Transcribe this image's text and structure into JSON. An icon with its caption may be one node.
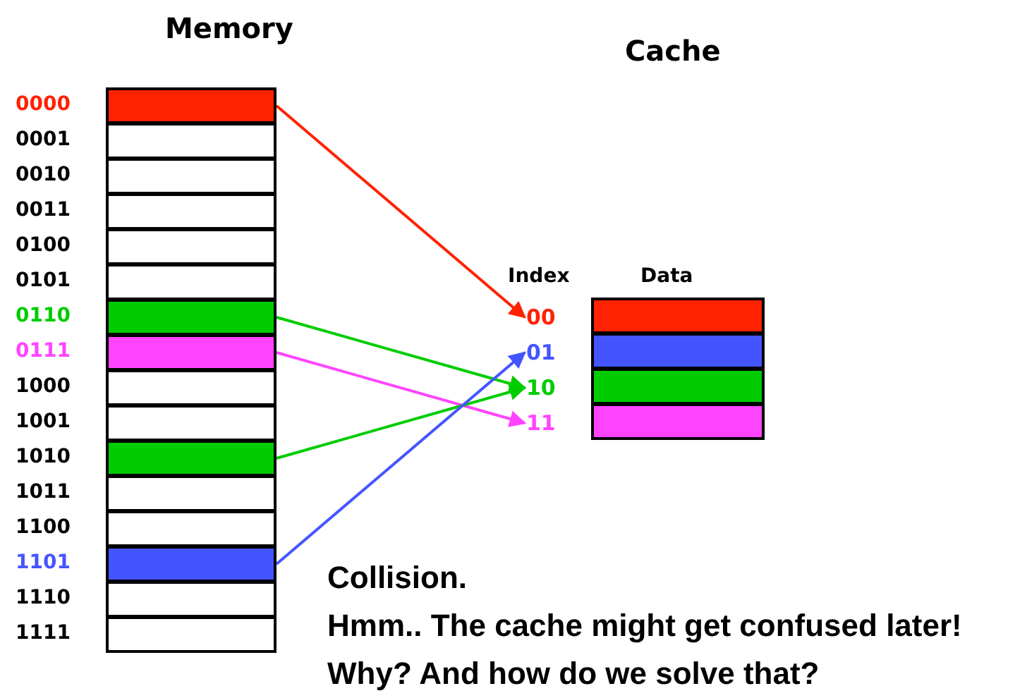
{
  "diagram": {
    "nodes": [
      {
        "text": [],
        "shape": "box",
        "beside": [
          "0000"
        ]
      },
      {
        "text": [],
        "shape": "box",
        "beside": [
          "0001"
        ]
      },
      {
        "text": [],
        "shape": "box",
        "beside": [
          "0010"
        ]
      },
      {
        "text": [],
        "shape": "box",
        "beside": [
          "0011"
        ]
      },
      {
        "text": [],
        "shape": "box",
        "beside": [
          "0100"
        ]
      },
      {
        "text": [],
        "shape": "box",
        "beside": [
          "0101"
        ]
      },
      {
        "text": [],
        "shape": "box",
        "beside": [
          "0110"
        ]
      },
      {
        "text": [],
        "shape": "box",
        "beside": [
          "0111"
        ]
      },
      {
        "text": [],
        "shape": "box",
        "beside": [
          "1000"
        ]
      },
      {
        "text": [],
        "shape": "box",
        "beside": [
          "1001"
        ]
      },
      {
        "text": [],
        "shape": "box",
        "beside": [
          "1010"
        ]
      },
      {
        "text": [],
        "shape": "box",
        "beside": [
          "1011"
        ]
      },
      {
        "text": [],
        "shape": "box",
        "beside": [
          "1100"
        ]
      },
      {
        "text": [],
        "shape": "box",
        "beside": [
          "1101"
        ]
      },
      {
        "text": [],
        "shape": "box",
        "beside": [
          "1110"
        ]
      },
      {
        "text": [],
        "shape": "box",
        "beside": [
          "1111"
        ]
      },
      {
        "text": [
          "00"
        ]
      },
      {
        "text": [
          "01"
        ]
      },
      {
        "text": [
          "10"
        ]
      },
      {
        "text": [
          "11"
        ]
      },
      {
        "text": [],
        "shape": "box"
      },
      {
        "text": [],
        "shape": "box"
      },
      {
        "text": [],
        "shape": "box"
      },
      {
        "text": [],
        "shape": "box"
      }
    ],
    "edges": [
      {
        "from": 0,
        "to": 16,
        "arrow": "to",
        "color": "#ff2200"
      },
      {
        "from": 6,
        "to": 18,
        "arrow": "to",
        "color": "#00cc00"
      },
      {
        "from": 7,
        "to": 19,
        "arrow": "to",
        "color": "#ff44ff"
      },
      {
        "from": 10,
        "to": 18,
        "arrow": "to",
        "color": "#00cc00"
      },
      {
        "from": 13,
        "to": 17,
        "arrow": "to",
        "color": "#4455ff"
      }
    ],
    "labels": [
      "Memory",
      "Cache",
      "Index",
      "Data",
      "Collision.",
      "Hmm.. The cache might get confused later!",
      "Why? And how do we solve that?"
    ]
  }
}
